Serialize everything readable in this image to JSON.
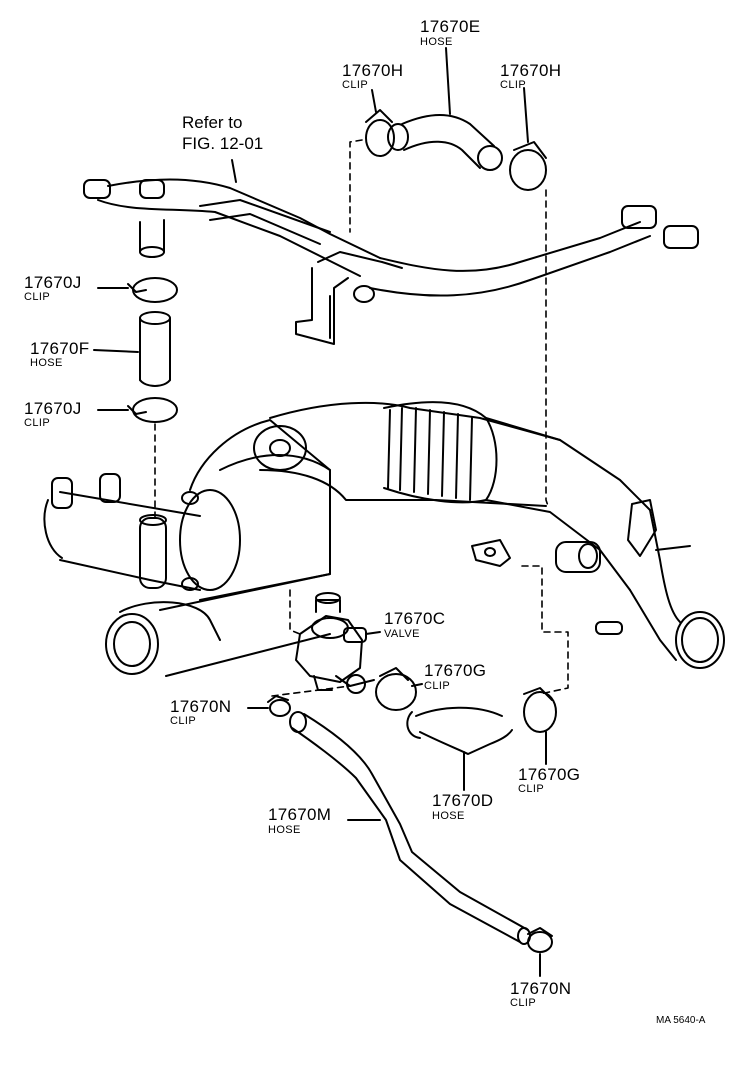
{
  "reference": {
    "line1": "Refer to",
    "line2": "FIG. 12-01"
  },
  "parts": [
    {
      "id": "17670E",
      "desc": "HOSE"
    },
    {
      "id": "17670H",
      "desc": "CLIP"
    },
    {
      "id": "17670H",
      "desc": "CLIP"
    },
    {
      "id": "17670J",
      "desc": "CLIP"
    },
    {
      "id": "17670F",
      "desc": "HOSE"
    },
    {
      "id": "17670J",
      "desc": "CLIP"
    },
    {
      "id": "17670C",
      "desc": "VALVE"
    },
    {
      "id": "17670G",
      "desc": "CLIP"
    },
    {
      "id": "17670N",
      "desc": "CLIP"
    },
    {
      "id": "17670G",
      "desc": "CLIP"
    },
    {
      "id": "17670D",
      "desc": "HOSE"
    },
    {
      "id": "17670M",
      "desc": "HOSE"
    },
    {
      "id": "17670N",
      "desc": "CLIP"
    }
  ],
  "drawing_code": "MA 5640-A",
  "colors": {
    "ink": "#000000",
    "paper": "#ffffff"
  }
}
